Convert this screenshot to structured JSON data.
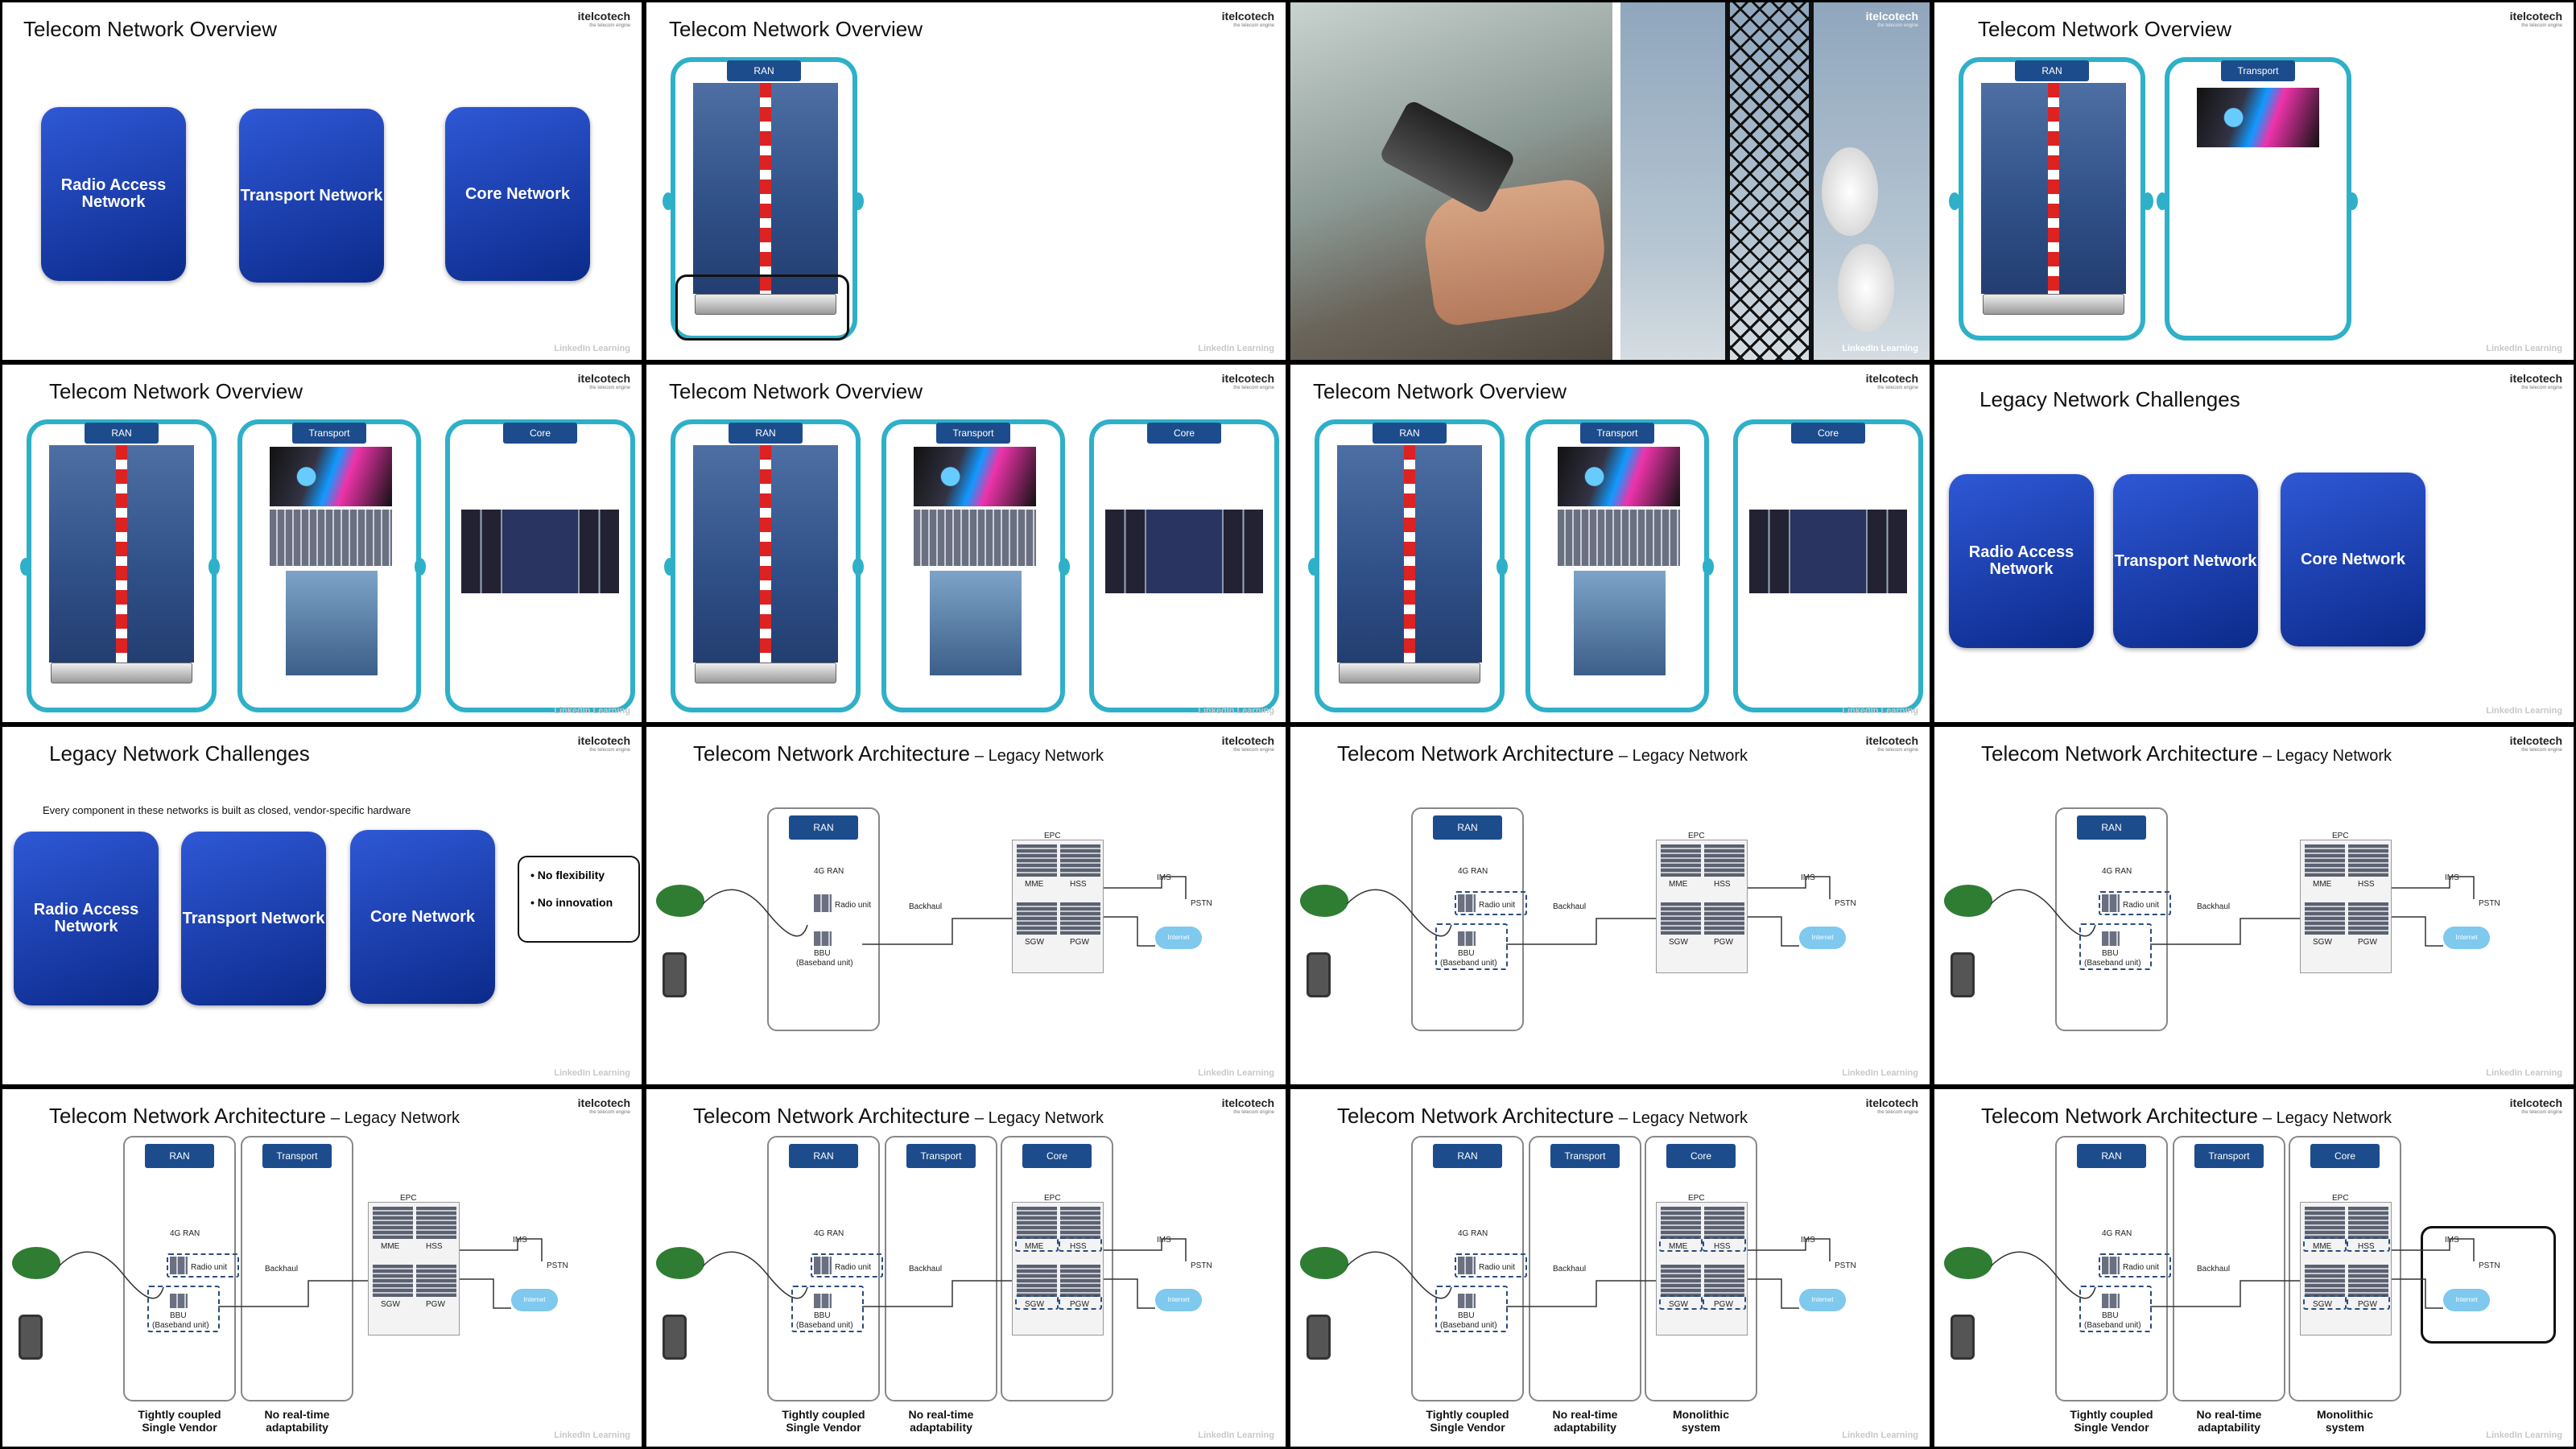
{
  "brand": {
    "logo": "itelcotech",
    "tagline": "the telecom engine",
    "watermark": "LinkedIn Learning"
  },
  "titles": {
    "overview": "Telecom Network Overview",
    "legacy": "Legacy Network Challenges",
    "arch": "Telecom Network Architecture",
    "arch_sub": "– Legacy Network"
  },
  "blocks": {
    "ran": "Radio Access Network",
    "transport": "Transport Network",
    "core": "Core Network"
  },
  "tabs": {
    "ran": "RAN",
    "transport": "Transport",
    "core": "Core"
  },
  "legacy": {
    "intro": "Every component in these networks is built as closed, vendor-specific hardware",
    "bullets": [
      "No flexibility",
      "No innovation"
    ]
  },
  "arch": {
    "ran4g": "4G RAN",
    "radio_unit": "Radio unit",
    "bbu": "BBU",
    "bbu_full": "(Baseband unit)",
    "epc": "EPC",
    "mme": "MME",
    "hss": "HSS",
    "sgw": "SGW",
    "pgw": "PGW",
    "backhaul": "Backhaul",
    "ims": "IMS",
    "pstn": "PSTN",
    "internet": "Internet"
  },
  "captions": {
    "ran": [
      "Tightly coupled",
      "Single Vendor"
    ],
    "transport": [
      "No real-time",
      "adaptability"
    ],
    "core": [
      "Monolithic",
      "system"
    ]
  }
}
